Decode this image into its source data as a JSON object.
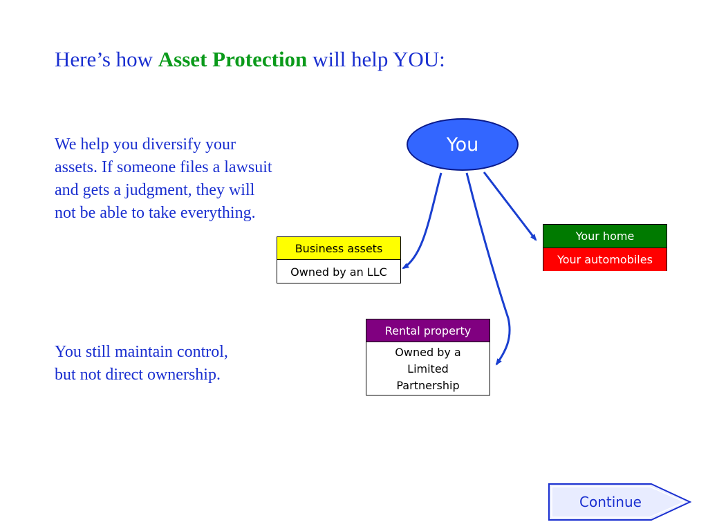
{
  "title": {
    "prefix": "Here’s how ",
    "highlight": "Asset Protection",
    "suffix": " will help YOU:"
  },
  "paragraphs": {
    "diversify": "We help you diversify your assets.  If someone files a lawsuit and gets a judgment, they will not be able to take everything.",
    "control": "You still maintain control, but not direct ownership."
  },
  "diagram": {
    "root": "You",
    "business": {
      "header": "Business assets",
      "owner": "Owned by an LLC"
    },
    "personal": {
      "header": "Your home",
      "sub": "Your automobiles"
    },
    "rental": {
      "header": "Rental property",
      "owner": "Owned by a Limited Partnership"
    }
  },
  "navigation": {
    "continue_label": "Continue"
  },
  "colors": {
    "text_blue": "#1a2fd0",
    "highlight_green": "#0a9a1a",
    "node_blue": "#3366ff",
    "business_yellow": "#ffff00",
    "home_green": "#007a00",
    "auto_red": "#ff0000",
    "rental_purple": "#800080",
    "button_fill": "#e8ecff"
  }
}
